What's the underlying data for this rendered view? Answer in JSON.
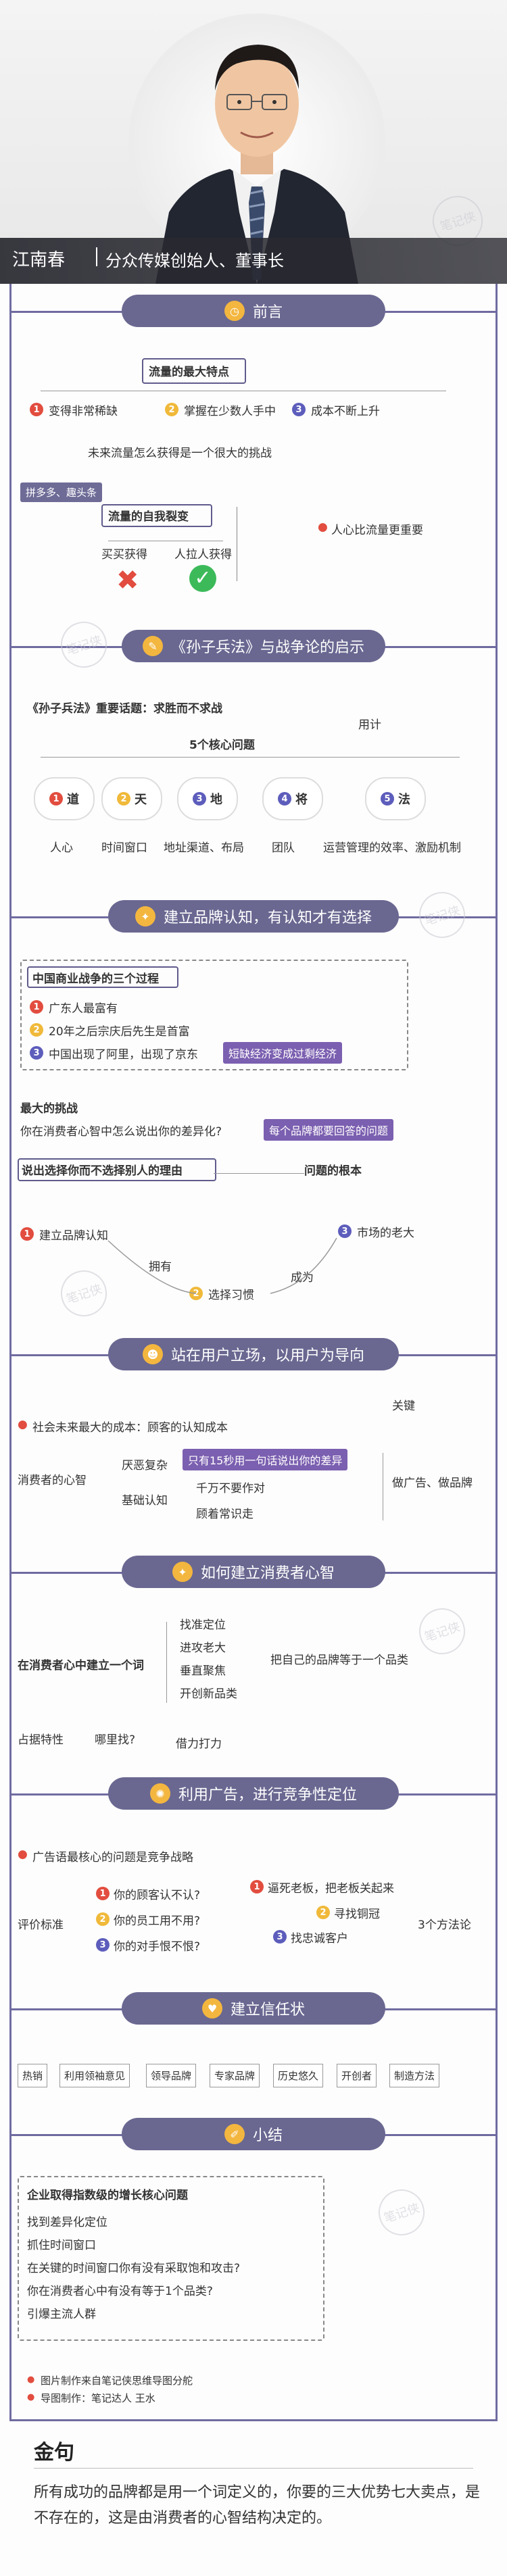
{
  "hero": {
    "name": "江南春",
    "title": "分众传媒创始人、董事长",
    "watermark": "笔记侠"
  },
  "sections": {
    "s1": {
      "title": "前言",
      "icon": "clock-icon"
    },
    "s2": {
      "title": "《孙子兵法》与战争论的启示",
      "icon": "book-icon"
    },
    "s3": {
      "title": "建立品牌认知，有认知才有选择",
      "icon": "bulb-icon"
    },
    "s4": {
      "title": "站在用户立场，以用户为导向",
      "icon": "people-icon"
    },
    "s5": {
      "title": "如何建立消费者心智",
      "icon": "bulb-icon"
    },
    "s6": {
      "title": "利用广告，进行竞争性定位",
      "icon": "megaphone-icon"
    },
    "s7": {
      "title": "建立信任状",
      "icon": "shield-icon"
    },
    "s8": {
      "title": "小结",
      "icon": "pencil-icon"
    }
  },
  "intro": {
    "traffic_title": "流量的最大特点",
    "traffic_items": [
      "变得非常稀缺",
      "掌握在少数人手中",
      "成本不断上升"
    ],
    "question": "未来流量怎么获得是一个很大的挑战",
    "tag": "拼多多、趣头条",
    "split_title": "流量的自我裂变",
    "left_branch": "买买获得",
    "right_branch": "人拉人获得",
    "aside": "人心比流量更重要"
  },
  "sunzi": {
    "topic": "《孙子兵法》重要话题：求胜而不求战",
    "use": "用计",
    "core": "5个核心问题",
    "items": [
      {
        "label": "道",
        "desc": "人心"
      },
      {
        "label": "天",
        "desc": "时间窗口"
      },
      {
        "label": "地",
        "desc": "地址渠道、布局"
      },
      {
        "label": "将",
        "desc": "团队"
      },
      {
        "label": "法",
        "desc": "运营管理的效率、激励机制"
      }
    ]
  },
  "brand": {
    "box_title": "中国商业战争的三个过程",
    "steps": [
      "广东人最富有",
      "20年之后宗庆后先生是首富",
      "中国出现了阿里，出现了京东"
    ],
    "highlight": "短缺经济变成过剩经济",
    "challenge": "最大的挑战",
    "challenge_q": "你在消费者心智中怎么说出你的差异化?",
    "challenge_hl": "每个品牌都要回答的问题",
    "choose": "说出选择你而不选择别人的理由",
    "root": "问题的根本",
    "flow": [
      "建立品牌认知",
      "选择习惯",
      "市场的老大"
    ],
    "own": "拥有",
    "become": "成为"
  },
  "user": {
    "cost": "社会未来最大的成本：顾客的认知成本",
    "key": "关键",
    "mind": "消费者的心智",
    "anxiety": "厌恶复杂",
    "basic": "基础认知",
    "hl": "只有15秒用一句话说出你的差异",
    "item2": "千万不要作对",
    "item3": "顾着常识走",
    "result": "做广告、做品牌"
  },
  "mind": {
    "main": "在消费者心中建立一个词",
    "methods": [
      "找准定位",
      "进攻老大",
      "垂直聚焦",
      "开创新品类"
    ],
    "result": "把自己的品牌等于一个品类",
    "feature": "占据特性",
    "what": "哪里找?",
    "leverage": "借力打力"
  },
  "ad": {
    "core": "广告语最核心的问题是竞争战略",
    "standard": "评价标准",
    "questions": [
      "你的顾客认不认?",
      "你的员工用不用?",
      "你的对手恨不恨?"
    ],
    "answers": [
      "逼死老板，把老板关起来",
      "寻找铜冠",
      "找忠诚客户"
    ],
    "method": "3个方法论"
  },
  "trust": {
    "items": [
      "热销",
      "利用领袖意见",
      "领导品牌",
      "专家品牌",
      "历史悠久",
      "开创者",
      "制造方法"
    ]
  },
  "summary": {
    "title": "企业取得指数级的增长核心问题",
    "items": [
      "找到差异化定位",
      "抓住时间窗口",
      "在关键的时间窗口你有没有采取饱和攻击?",
      "你在消费者心中有没有等于1个品类?",
      "引爆主流人群"
    ]
  },
  "credits": {
    "line1": "图片制作来自笔记侠思维导图分舵",
    "line2": "导图制作：笔记达人   王水"
  },
  "quote": {
    "title": "金句",
    "text": "所有成功的品牌都是用一个词定义的，你要的三大优势七大卖点，是不存在的，这是由消费者的心智结构决定的。"
  }
}
